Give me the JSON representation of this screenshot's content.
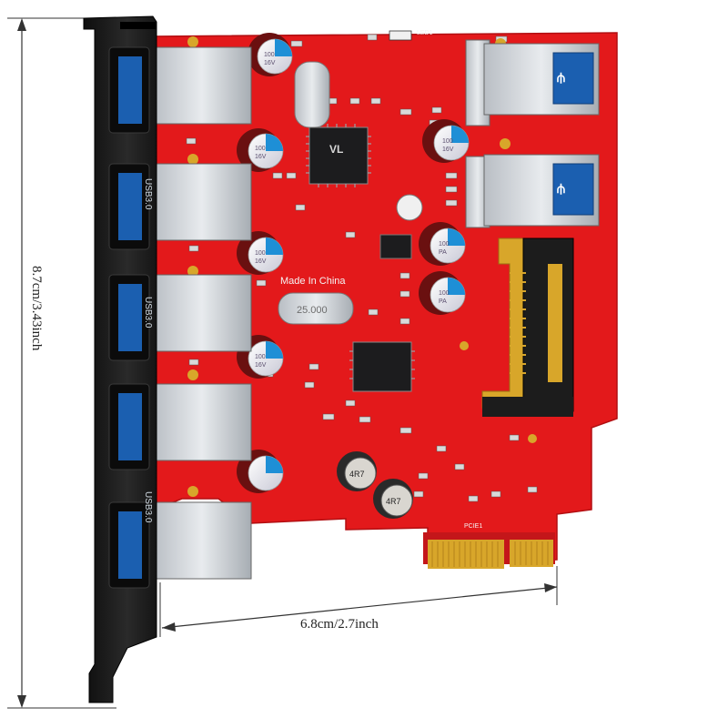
{
  "dimensions": {
    "height_label": "8.7cm/3.43inch",
    "width_label": "6.8cm/2.7inch"
  },
  "bracket": {
    "port_labels": [
      "USB3.0",
      "USB3.0",
      "USB3.0"
    ]
  },
  "board": {
    "silkscreen_text": "Made In China",
    "chip_marking": "VL",
    "crystal_marking": "25.000",
    "led_label": "LED1",
    "slot_label": "PCIE1",
    "cap_marking_a": "100",
    "cap_marking_b": "16V",
    "cap_marking_c": "PA",
    "inductor_marking": "4R7"
  },
  "colors": {
    "pcb_red": "#e3191b",
    "bracket_black": "#1a1a1a",
    "usb_blue": "#1b5fb0",
    "gold_contact": "#d8a62a"
  }
}
